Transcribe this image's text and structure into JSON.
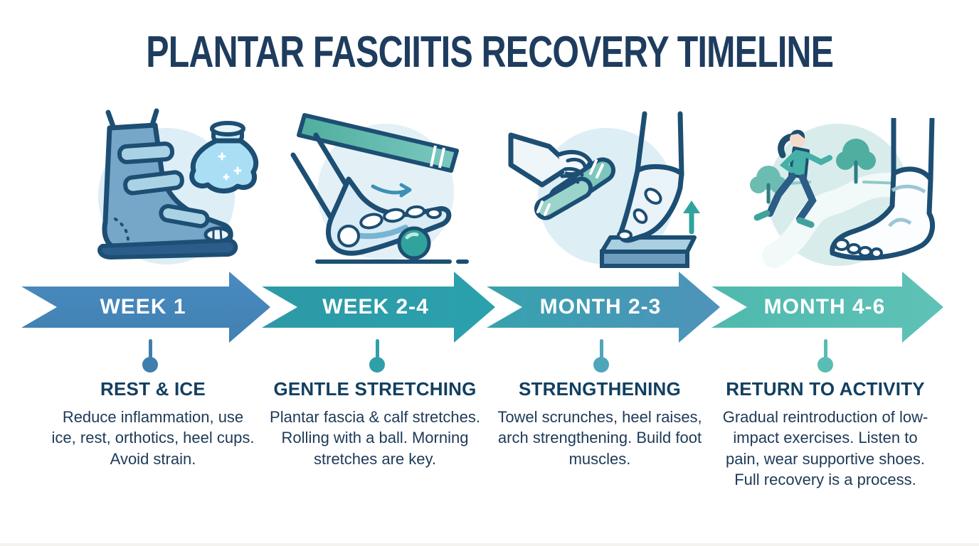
{
  "title": "PLANTAR FASCIITIS RECOVERY TIMELINE",
  "colors": {
    "title_text": "#1e3c5e",
    "heading_text": "#123f60",
    "body_text": "#1d3a57",
    "arrow_label_text": "#ffffff",
    "stage1_arrow": "#4585b7",
    "stage2_arrow": "#2c9daa",
    "stage3_arrow_gradient": [
      "#37a2ad",
      "#4f93bb"
    ],
    "stage4_arrow": "#57bdb2",
    "illustration_line": "#1d4e73",
    "illustration_bg_circle": "#ddeef6"
  },
  "stages": [
    {
      "timeline_label": "WEEK 1",
      "heading": "REST & ICE",
      "description": "Reduce inflammation, use ice, rest, orthotics, heel cups. Avoid strain.",
      "illustration": "walking-boot-and-ice-pack",
      "arrow_color": "#4585b7",
      "pin_color": "#3e7fad"
    },
    {
      "timeline_label": "WEEK 2-4",
      "heading": "GENTLE STRETCHING",
      "description": "Plantar fascia & calf stretches. Rolling with a ball. Morning stretches are key.",
      "illustration": "foot-stretch-band-and-massage-ball",
      "arrow_color": "#2c9daa",
      "pin_color": "#2f9faa"
    },
    {
      "timeline_label": "MONTH 2-3",
      "heading": "STRENGTHENING",
      "description": "Towel scrunches, heel raises, arch strengthening. Build foot muscles.",
      "illustration": "towel-scrunch-and-heel-raise",
      "arrow_color": "#45a0b4",
      "pin_color": "#4fa6bb"
    },
    {
      "timeline_label": "MONTH 4-6",
      "heading": "RETURN TO ACTIVITY",
      "description": "Gradual reintroduction of low-impact exercises. Listen to pain, wear supportive shoes. Full recovery is a process.",
      "illustration": "runner-and-healthy-foot",
      "arrow_color": "#57bdb2",
      "pin_color": "#58bdb3"
    }
  ]
}
